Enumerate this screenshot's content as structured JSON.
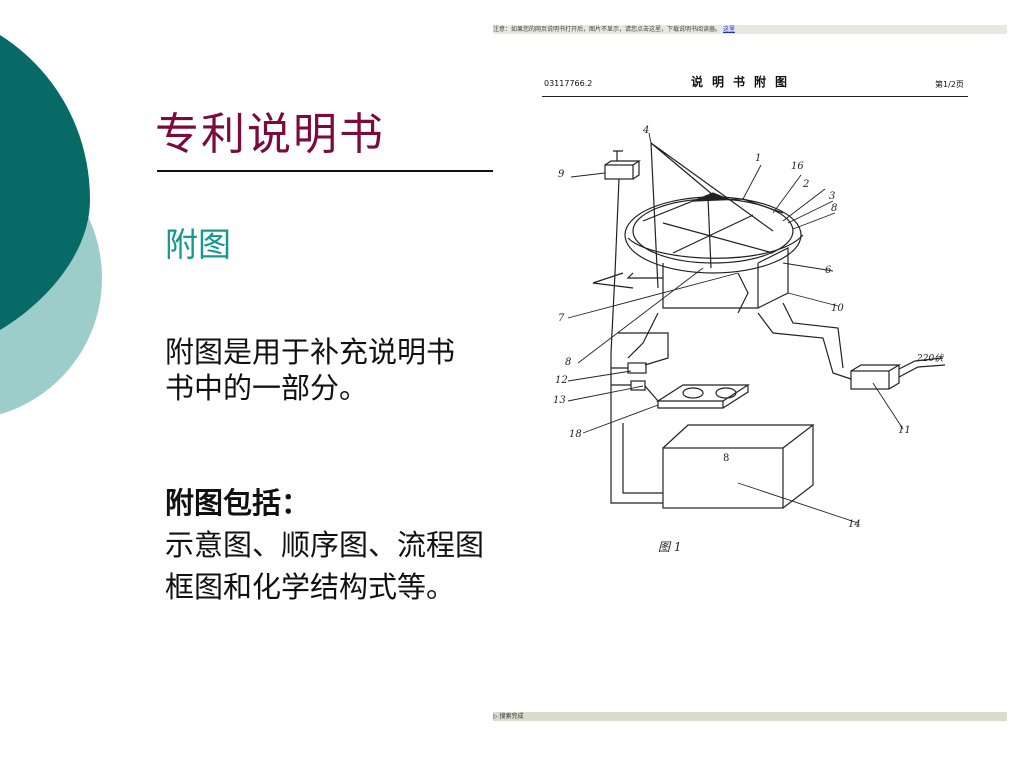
{
  "colors": {
    "title": "#7a0b3c",
    "subheading": "#17988f",
    "deco_dark": "#086a66",
    "deco_light": "#9dcdca"
  },
  "slide": {
    "title": "专利说明书",
    "subheading": "附图",
    "para1_line1": "附图是用于补充说明书",
    "para1_line2": "书中的一部分。",
    "para2_heading": "附图包括：",
    "para2_line1": "示意图、顺序图、流程图",
    "para2_line2": "框图和化学结构式等。"
  },
  "document_screenshot": {
    "header_number": "03117766.2",
    "header_title": "说明书附图",
    "header_page": "第1/2页",
    "figure_caption": "图 1",
    "toolbar_text": "注意：如果您的网页说明书打开后，图片不显示，请您点击这里，下载说明书阅读器。",
    "toolbar_link": "这里",
    "status_text": "▷ 搜索完成",
    "part_labels": [
      "1",
      "2",
      "3",
      "4",
      "6",
      "7",
      "8",
      "9",
      "10",
      "11",
      "12",
      "13",
      "14",
      "16",
      "18",
      "220伏",
      "8"
    ]
  }
}
